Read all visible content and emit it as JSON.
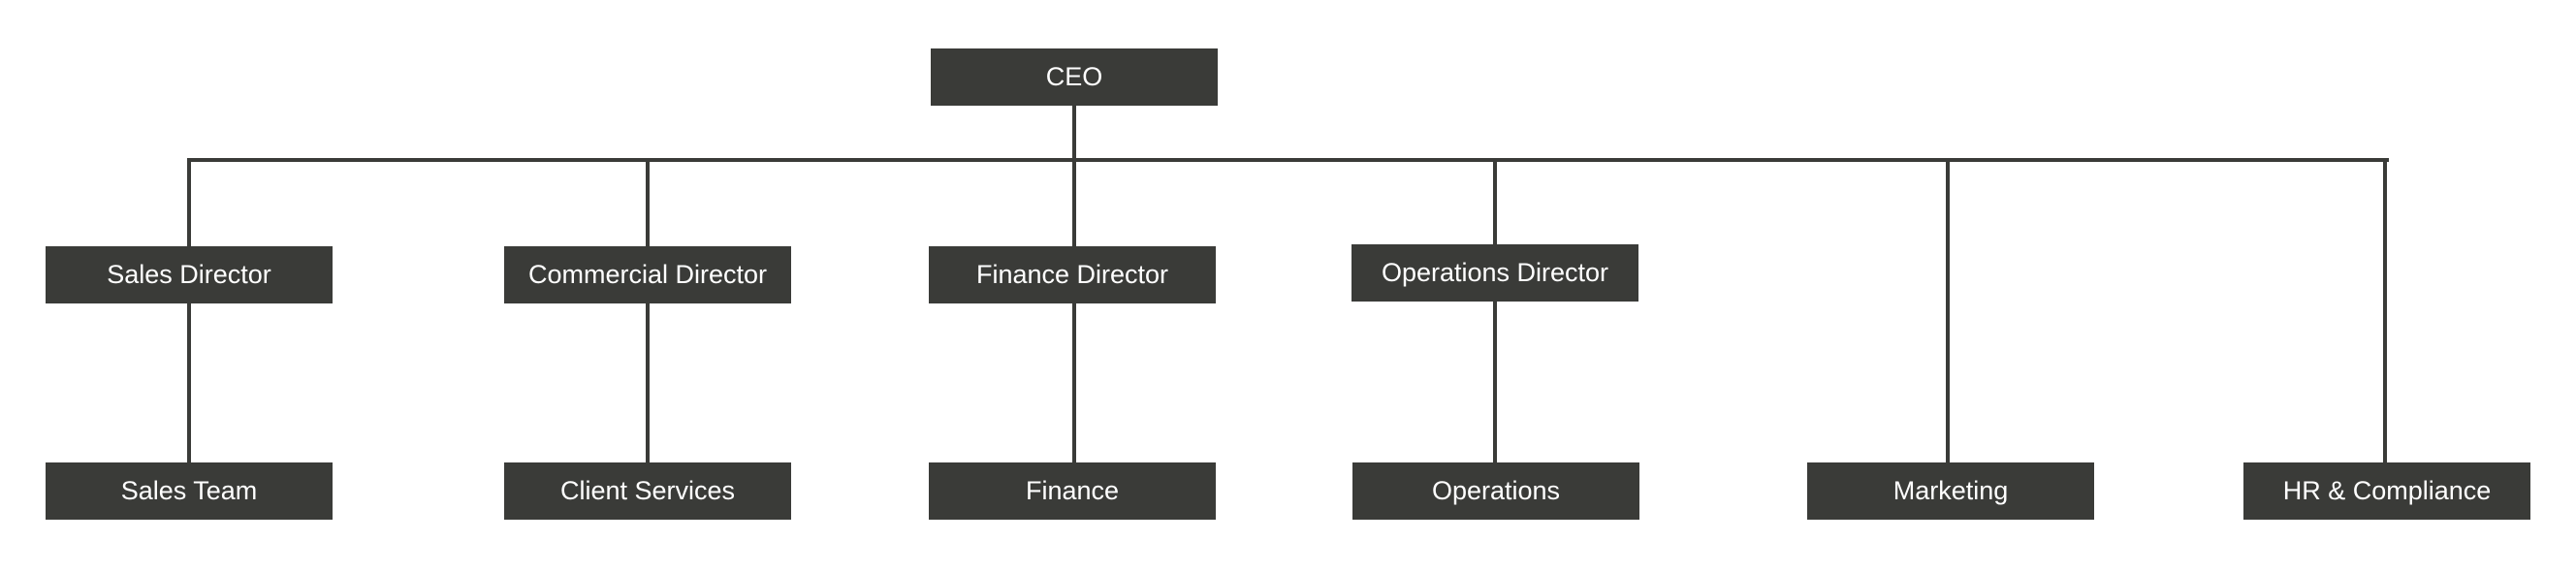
{
  "chart": {
    "root": "CEO",
    "directors": [
      "Sales Director",
      "Commercial Director",
      "Finance Director",
      "Operations Director"
    ],
    "teams": [
      "Sales Team",
      "Client Services",
      "Finance",
      "Operations",
      "Marketing",
      "HR & Compliance"
    ]
  },
  "colors": {
    "box": "#3a3b38",
    "line": "#3a3b38",
    "text": "#ffffff"
  }
}
